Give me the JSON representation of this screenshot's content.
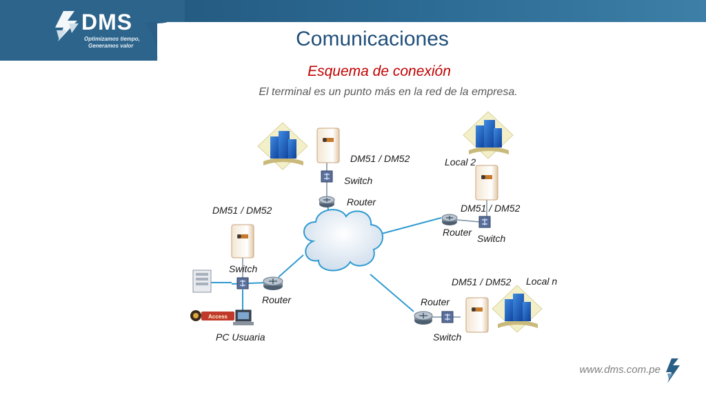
{
  "header": {
    "brand": "DMS",
    "tagline_line1": "Optimizamos tiempo,",
    "tagline_line2": "Generamos valor",
    "title": "Comunicaciones",
    "subtitle": "Esquema de conexión",
    "description": "El terminal es un punto más en la red de la empresa."
  },
  "labels": {
    "top_terminal": "DM51 / DM52",
    "top_switch": "Switch",
    "top_router": "Router",
    "local2_name": "Local 2",
    "local2_terminal": "DM51 / DM52",
    "local2_router": "Router",
    "local2_switch": "Switch",
    "left_terminal": "DM51 / DM52",
    "left_switch": "Switch",
    "left_router": "Router",
    "left_pc": "PC Usuaria",
    "localn_terminal": "DM51 / DM52",
    "localn_name": "Local n",
    "localn_router": "Router",
    "localn_switch": "Switch",
    "badge_text": "Access"
  },
  "footer": {
    "url": "www.dms.com.pe"
  },
  "colors": {
    "header_blue": "#1f4e79",
    "subtitle_red": "#c00000",
    "link_line": "#2e9ad0"
  }
}
